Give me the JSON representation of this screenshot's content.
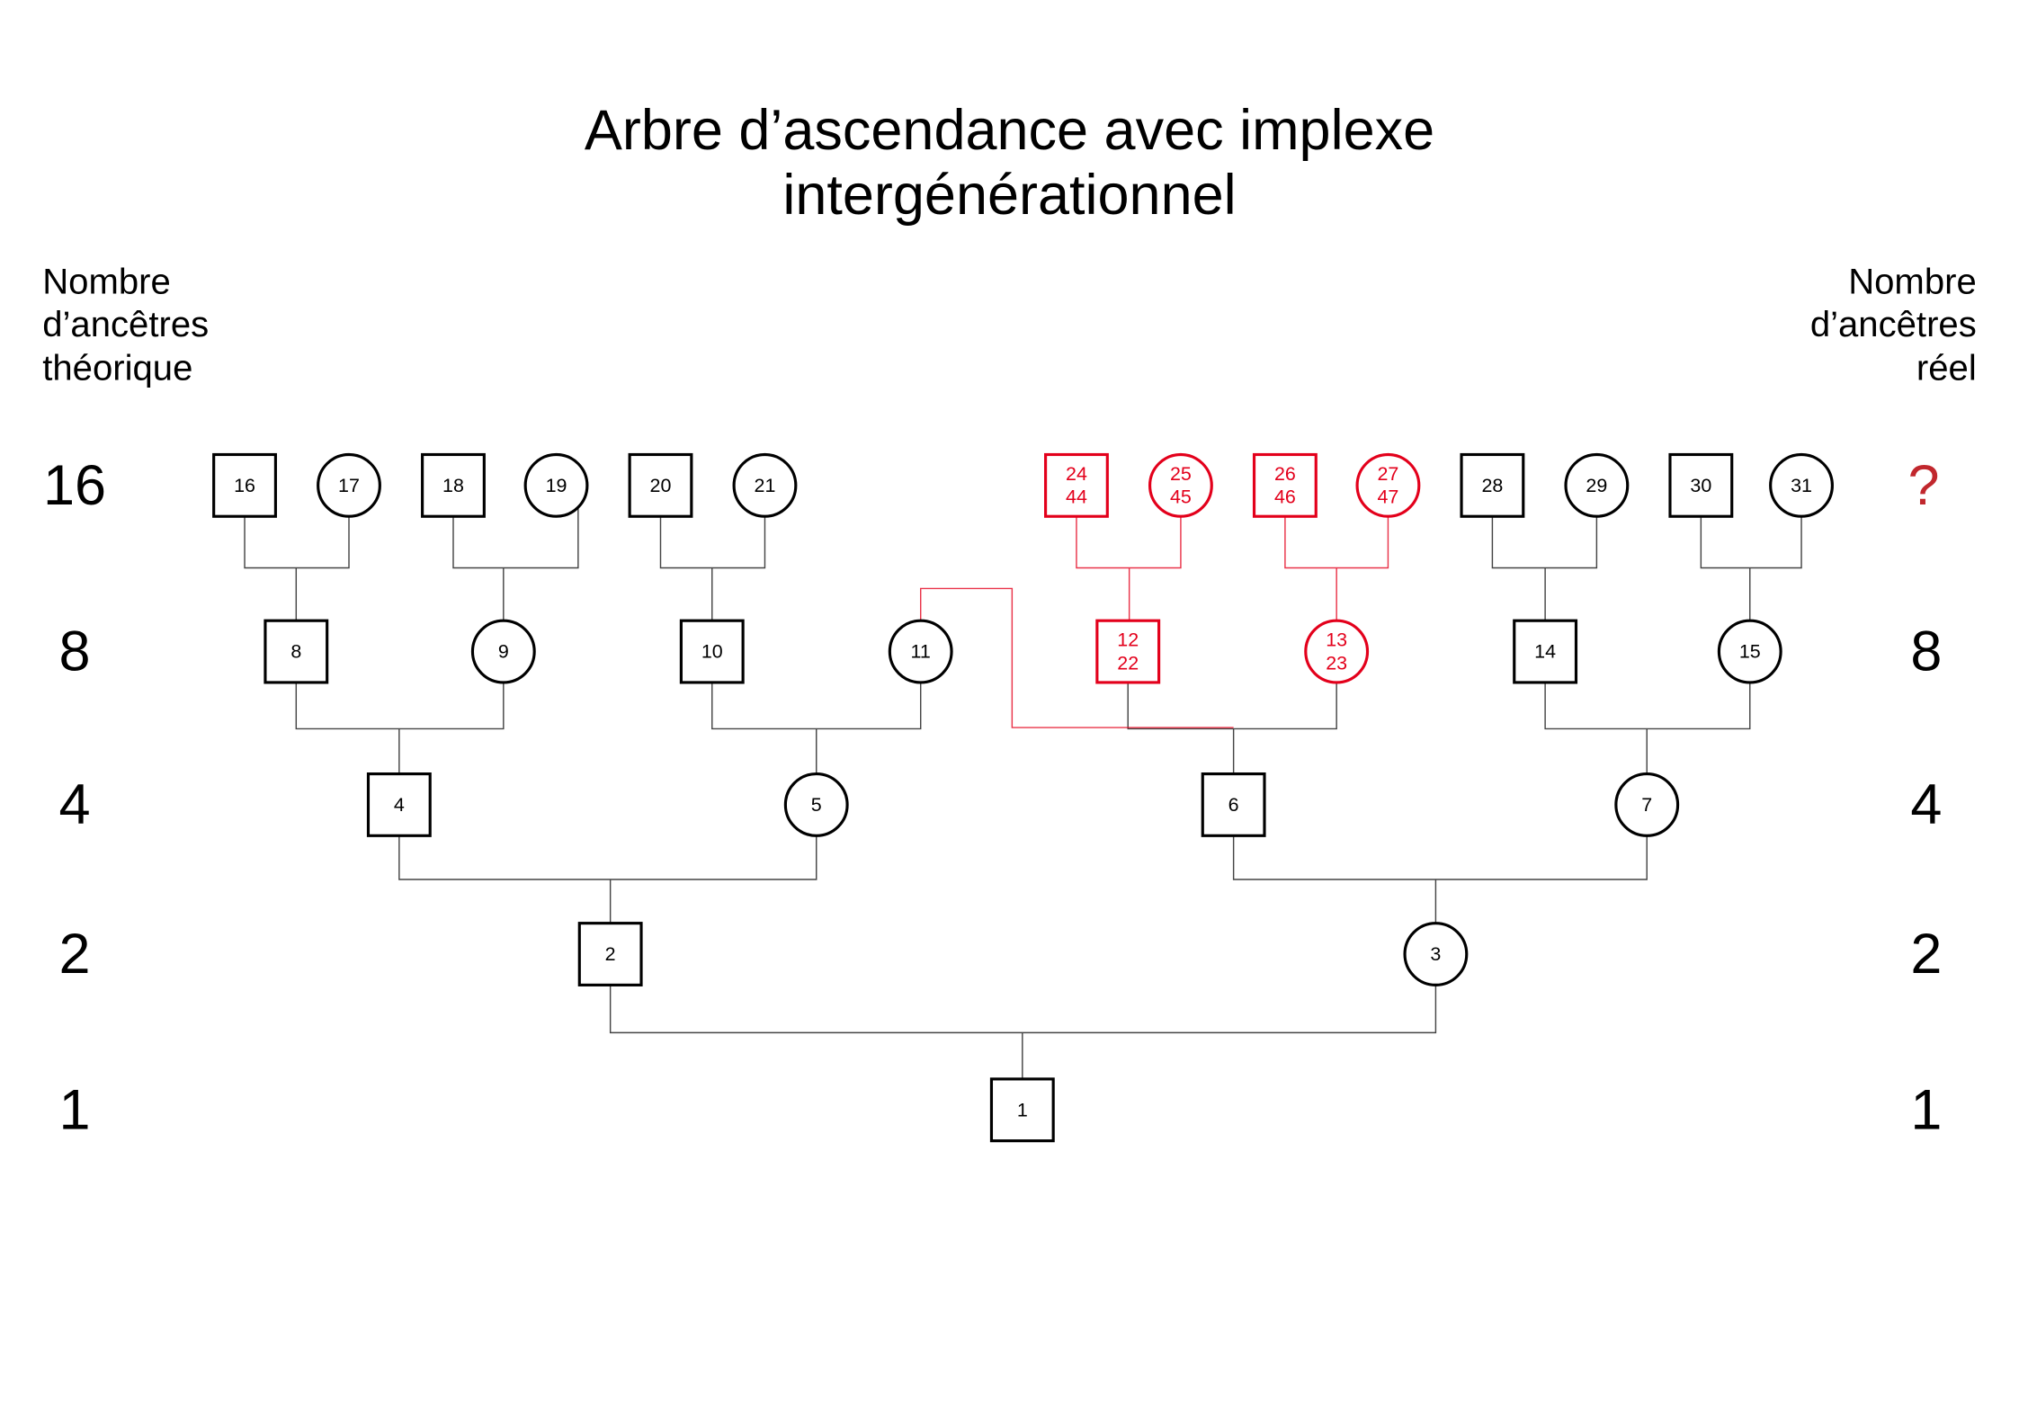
{
  "title": {
    "line1": "Arbre d’ascendance avec implexe",
    "line2": "intergénérationnel"
  },
  "theoretical_header": [
    "Nombre",
    "d’ancêtres",
    "théorique"
  ],
  "real_header": [
    "Nombre",
    "d’ancêtres",
    "réel"
  ],
  "colors": {
    "line": "#444444",
    "node": "#000000",
    "implex": "#e3001b",
    "unknown": "#c1272d"
  },
  "rows": [
    {
      "theoretical": "16",
      "real": "?",
      "persons": [
        {
          "numbers": [
            "16"
          ],
          "shape": "square"
        },
        {
          "numbers": [
            "17"
          ],
          "shape": "circle"
        },
        {
          "numbers": [
            "18"
          ],
          "shape": "square"
        },
        {
          "numbers": [
            "19"
          ],
          "shape": "circle"
        },
        {
          "numbers": [
            "20"
          ],
          "shape": "square"
        },
        {
          "numbers": [
            "21"
          ],
          "shape": "circle"
        },
        {
          "numbers": [
            "24",
            "44"
          ],
          "shape": "square",
          "highlighted": true
        },
        {
          "numbers": [
            "25",
            "45"
          ],
          "shape": "circle",
          "highlighted": true
        },
        {
          "numbers": [
            "26",
            "46"
          ],
          "shape": "square",
          "highlighted": true
        },
        {
          "numbers": [
            "27",
            "47"
          ],
          "shape": "circle",
          "highlighted": true
        },
        {
          "numbers": [
            "28"
          ],
          "shape": "square"
        },
        {
          "numbers": [
            "29"
          ],
          "shape": "circle"
        },
        {
          "numbers": [
            "30"
          ],
          "shape": "square"
        },
        {
          "numbers": [
            "31"
          ],
          "shape": "circle"
        }
      ]
    },
    {
      "theoretical": "8",
      "real": "8",
      "persons": [
        {
          "numbers": [
            "8"
          ],
          "shape": "square"
        },
        {
          "numbers": [
            "9"
          ],
          "shape": "circle"
        },
        {
          "numbers": [
            "10"
          ],
          "shape": "square"
        },
        {
          "numbers": [
            "11"
          ],
          "shape": "circle"
        },
        {
          "numbers": [
            "12",
            "22"
          ],
          "shape": "square",
          "highlighted": true
        },
        {
          "numbers": [
            "13",
            "23"
          ],
          "shape": "circle",
          "highlighted": true
        },
        {
          "numbers": [
            "14"
          ],
          "shape": "square"
        },
        {
          "numbers": [
            "15"
          ],
          "shape": "circle"
        }
      ]
    },
    {
      "theoretical": "4",
      "real": "4",
      "persons": [
        {
          "numbers": [
            "4"
          ],
          "shape": "square"
        },
        {
          "numbers": [
            "5"
          ],
          "shape": "circle"
        },
        {
          "numbers": [
            "6"
          ],
          "shape": "square"
        },
        {
          "numbers": [
            "7"
          ],
          "shape": "circle"
        }
      ]
    },
    {
      "theoretical": "2",
      "real": "2",
      "persons": [
        {
          "numbers": [
            "2"
          ],
          "shape": "square"
        },
        {
          "numbers": [
            "3"
          ],
          "shape": "circle"
        }
      ]
    },
    {
      "theoretical": "1",
      "real": "1",
      "persons": [
        {
          "numbers": [
            "1"
          ],
          "shape": "square"
        }
      ]
    }
  ]
}
